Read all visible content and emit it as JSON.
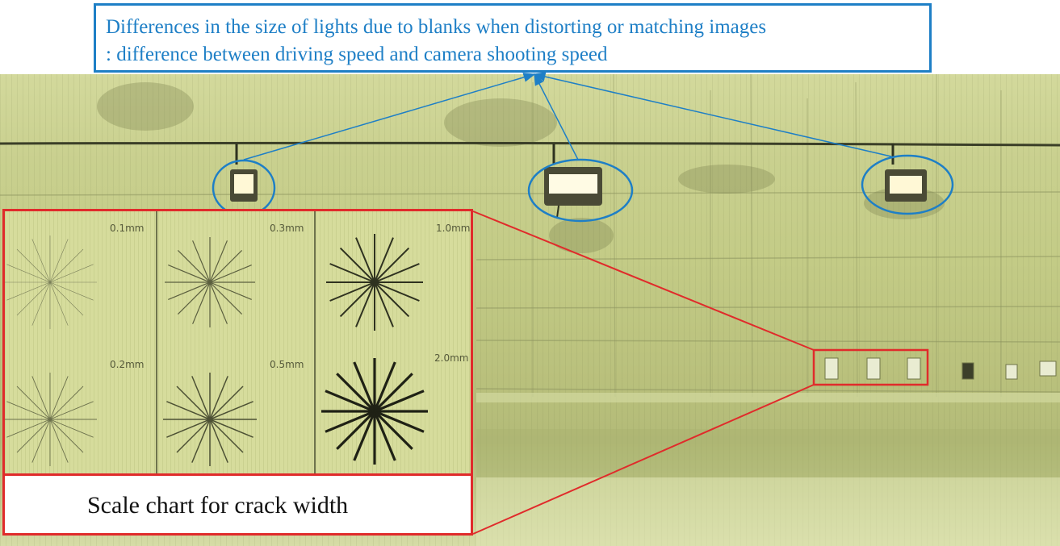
{
  "callout": {
    "line1": "Differences in the size of lights due to blanks when distorting or matching images",
    "line2": ": difference between driving speed and camera shooting speed"
  },
  "scale_chart": {
    "caption": "Scale chart for crack width",
    "labels": [
      "0.1mm",
      "0.3mm",
      "1.0mm",
      "0.2mm",
      "0.5mm",
      "2.0mm"
    ]
  },
  "colors": {
    "callout_blue": "#1e7fc6",
    "highlight_red": "#e02b2b",
    "tunnel_wall": "#c3cb86"
  }
}
